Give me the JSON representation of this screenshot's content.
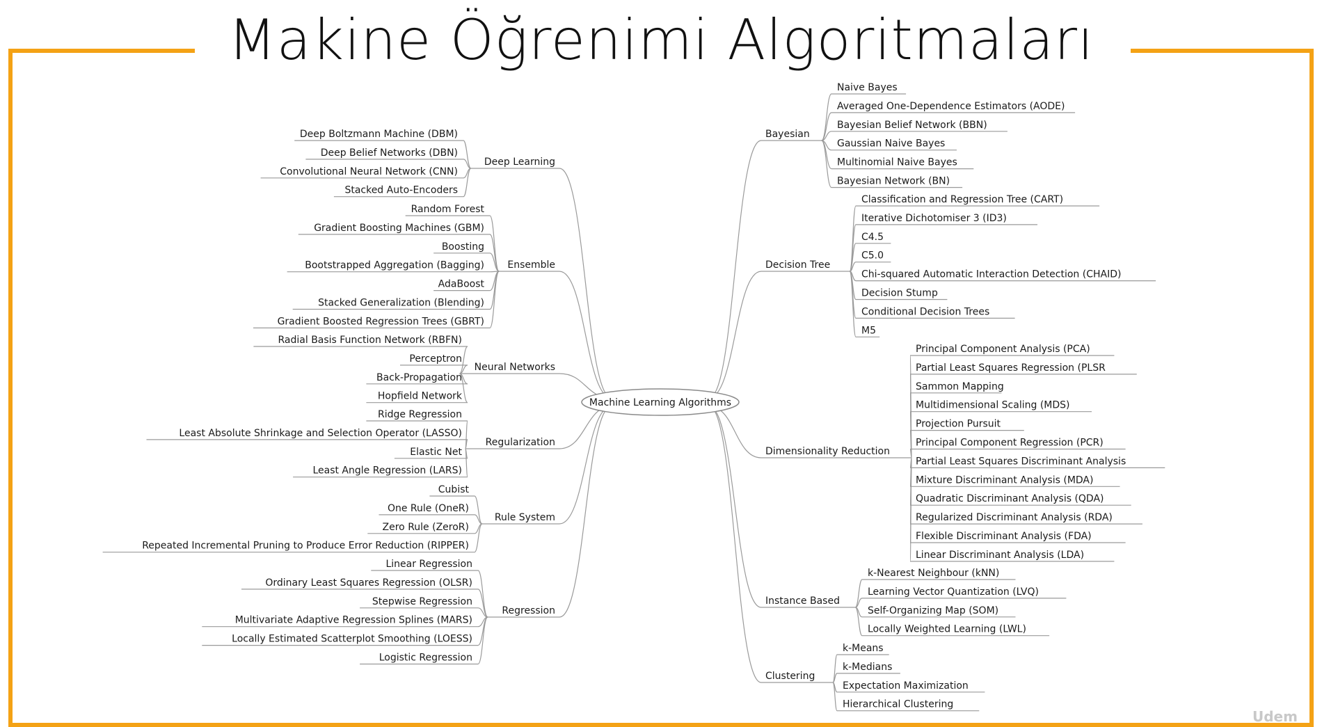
{
  "title": "Makine Öğrenimi Algoritmaları",
  "frame_color": "#f4a215",
  "line_color": "#9a9a9a",
  "root": "Machine Learning Algorithms",
  "left_groups": [
    {
      "name": "Deep Learning",
      "items": [
        "Deep Boltzmann Machine (DBM)",
        "Deep Belief Networks (DBN)",
        "Convolutional Neural Network (CNN)",
        "Stacked Auto-Encoders"
      ]
    },
    {
      "name": "Ensemble",
      "items": [
        "Random Forest",
        "Gradient Boosting Machines (GBM)",
        "Boosting",
        "Bootstrapped Aggregation (Bagging)",
        "AdaBoost",
        "Stacked Generalization (Blending)",
        "Gradient Boosted Regression Trees (GBRT)"
      ]
    },
    {
      "name": "Neural Networks",
      "items": [
        "Radial Basis Function Network (RBFN)",
        "Perceptron",
        "Back-Propagation",
        "Hopfield Network"
      ]
    },
    {
      "name": "Regularization",
      "items": [
        "Ridge Regression",
        "Least Absolute Shrinkage and Selection Operator (LASSO)",
        "Elastic Net",
        "Least Angle Regression (LARS)"
      ]
    },
    {
      "name": "Rule System",
      "items": [
        "Cubist",
        "One Rule (OneR)",
        "Zero Rule (ZeroR)",
        "Repeated Incremental Pruning to Produce Error Reduction (RIPPER)"
      ]
    },
    {
      "name": "Regression",
      "items": [
        "Linear Regression",
        "Ordinary Least Squares Regression (OLSR)",
        "Stepwise Regression",
        "Multivariate Adaptive Regression Splines (MARS)",
        "Locally Estimated Scatterplot Smoothing (LOESS)",
        "Logistic Regression"
      ]
    }
  ],
  "right_groups": [
    {
      "name": "Bayesian",
      "items": [
        "Naive Bayes",
        "Averaged One-Dependence Estimators (AODE)",
        "Bayesian Belief Network (BBN)",
        "Gaussian Naive Bayes",
        "Multinomial Naive Bayes",
        "Bayesian Network (BN)"
      ]
    },
    {
      "name": "Decision Tree",
      "items": [
        "Classification and Regression Tree (CART)",
        "Iterative Dichotomiser 3 (ID3)",
        "C4.5",
        "C5.0",
        "Chi-squared Automatic Interaction Detection (CHAID)",
        "Decision Stump",
        "Conditional Decision Trees",
        "M5"
      ]
    },
    {
      "name": "Dimensionality Reduction",
      "items": [
        "Principal Component Analysis (PCA)",
        "Partial Least Squares Regression (PLSR",
        "Sammon Mapping",
        "Multidimensional Scaling (MDS)",
        "Projection Pursuit",
        "Principal Component Regression (PCR)",
        "Partial Least Squares Discriminant Analysis",
        "Mixture Discriminant Analysis (MDA)",
        "Quadratic Discriminant Analysis (QDA)",
        "Regularized Discriminant Analysis (RDA)",
        "Flexible Discriminant Analysis (FDA)",
        "Linear Discriminant Analysis (LDA)"
      ]
    },
    {
      "name": "Instance Based",
      "items": [
        "k-Nearest Neighbour (kNN)",
        "Learning Vector Quantization (LVQ)",
        "Self-Organizing Map (SOM)",
        "Locally Weighted Learning (LWL)"
      ]
    },
    {
      "name": "Clustering",
      "items": [
        "k-Means",
        "k-Medians",
        "Expectation Maximization",
        "Hierarchical Clustering"
      ]
    }
  ],
  "watermark": "Udem"
}
